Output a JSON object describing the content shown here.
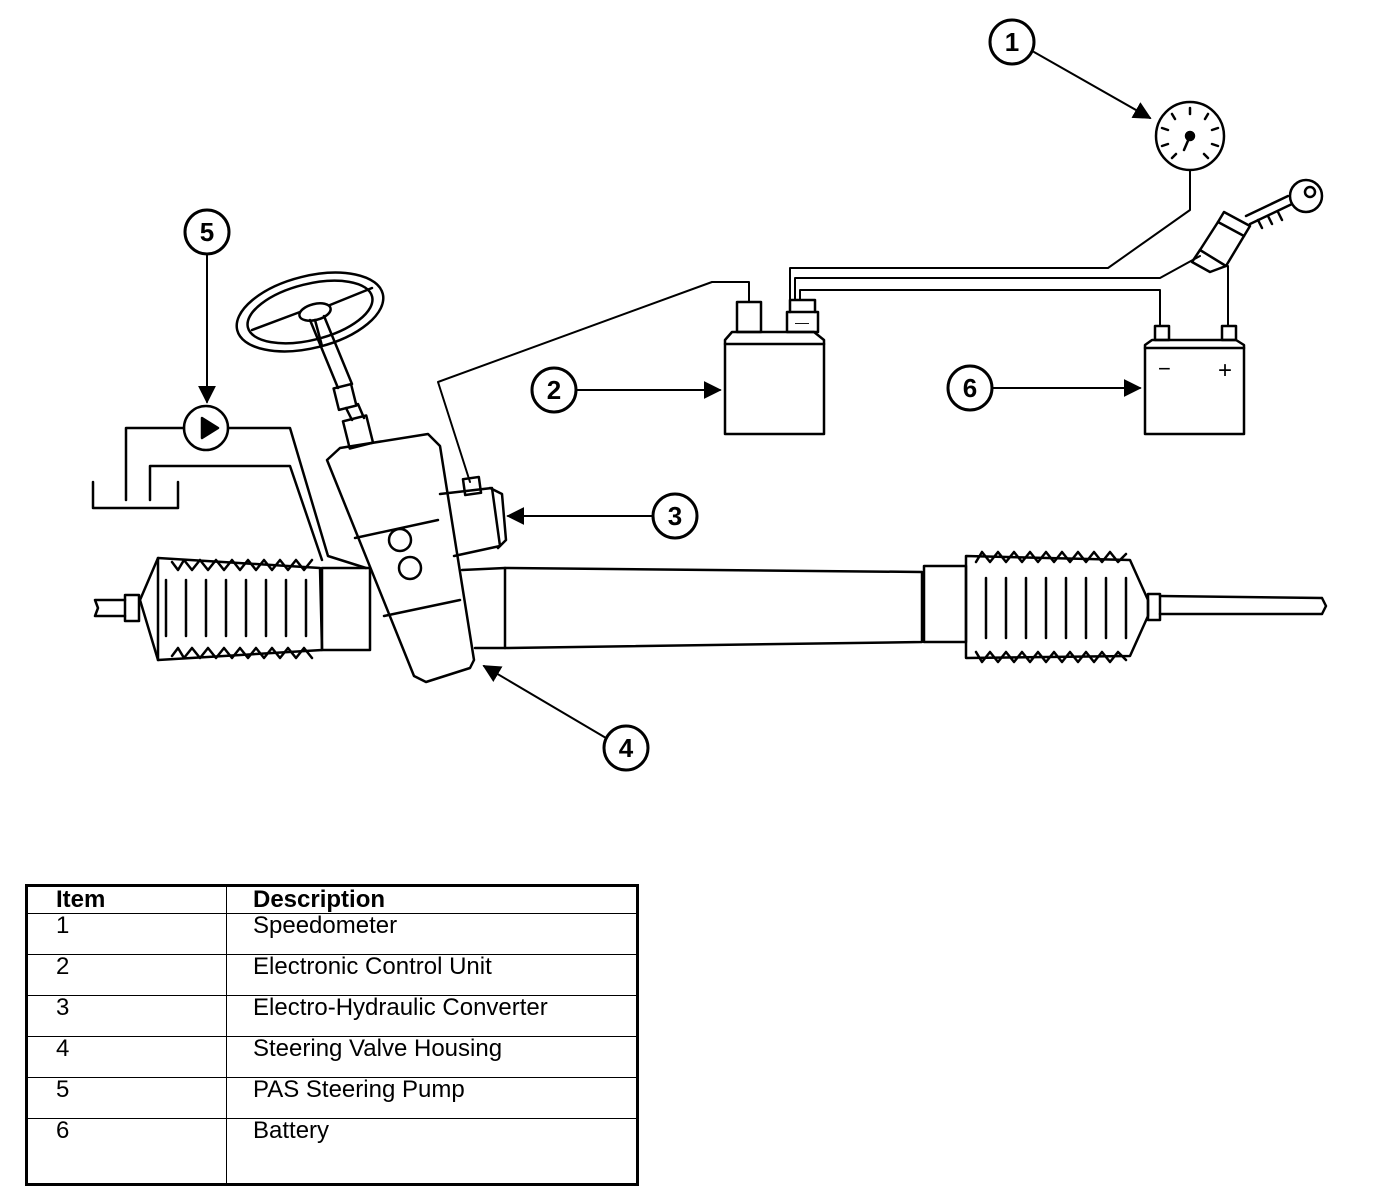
{
  "callouts": [
    "1",
    "2",
    "3",
    "4",
    "5",
    "6"
  ],
  "battery": {
    "minus": "−",
    "plus": "+"
  },
  "ecu": {
    "connector_minus": "—"
  },
  "legend": {
    "header": {
      "item": "Item",
      "description": "Description"
    },
    "rows": [
      {
        "item": "1",
        "description": "Speedometer"
      },
      {
        "item": "2",
        "description": "Electronic Control Unit"
      },
      {
        "item": "3",
        "description": "Electro-Hydraulic Converter"
      },
      {
        "item": "4",
        "description": "Steering Valve Housing"
      },
      {
        "item": "5",
        "description": "PAS Steering Pump"
      },
      {
        "item": "6",
        "description": "Battery"
      }
    ]
  }
}
